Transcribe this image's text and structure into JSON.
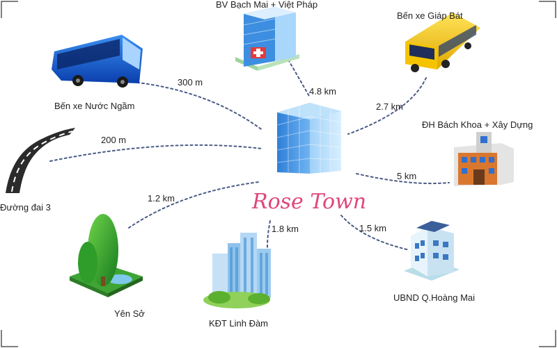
{
  "center": {
    "brand": "Rose Town"
  },
  "places": {
    "bach_mai": {
      "label": "BV Bạch Mai + Việt Pháp",
      "distance": "4.8 km"
    },
    "giap_bat": {
      "label": "Bến xe Giáp Bát",
      "distance": "2.7 km"
    },
    "nuoc_ngam": {
      "label": "Bến xe Nước Ngầm",
      "distance": "300 m"
    },
    "bach_khoa": {
      "label": "ĐH Bách Khoa + Xây Dựng",
      "distance": "5 km"
    },
    "duong_dai": {
      "label": "Đường đai 3",
      "distance": "200 m"
    },
    "yen_so": {
      "label": "Yên Sở",
      "distance": "1.2 km"
    },
    "linh_dam": {
      "label": "KĐT Linh Đàm",
      "distance": "1.8 km"
    },
    "hoang_mai": {
      "label": "UBND Q.Hoàng Mai",
      "distance": "1.5 km"
    }
  },
  "colors": {
    "brand": "#e0457b",
    "route": "#4a5a86"
  }
}
